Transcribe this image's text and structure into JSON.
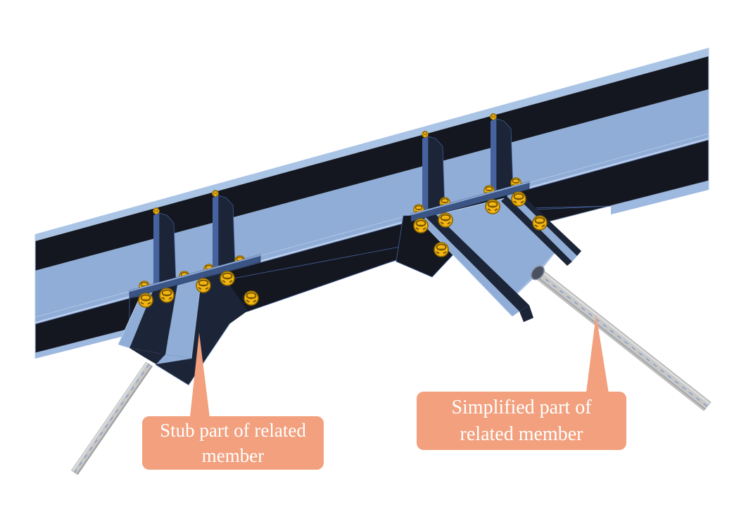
{
  "figure": {
    "type": "3d-cad-steel-connection-detail",
    "background": "#ffffff",
    "callouts": [
      {
        "id": "stub",
        "label": "Stub part of related member"
      },
      {
        "id": "simplified",
        "label": "Simplified part of related member"
      }
    ],
    "colors": {
      "background": "#ffffff",
      "flange_top": "#aac4e6",
      "web_blue": "#8fadd6",
      "flange_bottom": "#9db9e0",
      "dark_steel": "#14171f",
      "plate_navy": "#1c2538",
      "plate_edge": "#46639f",
      "splice_navy": "#3a5484",
      "splice_highlight": "#8ea9d6",
      "hairline": "#b9cdec",
      "bolt_gold": "#f3b513",
      "bolt_detail": "#6b4e00",
      "rod_gray": "#c7c7c7",
      "rod_centerline": "#6f8fd0",
      "callout_bg": "#f2a07e",
      "callout_text": "#ffffff"
    }
  }
}
